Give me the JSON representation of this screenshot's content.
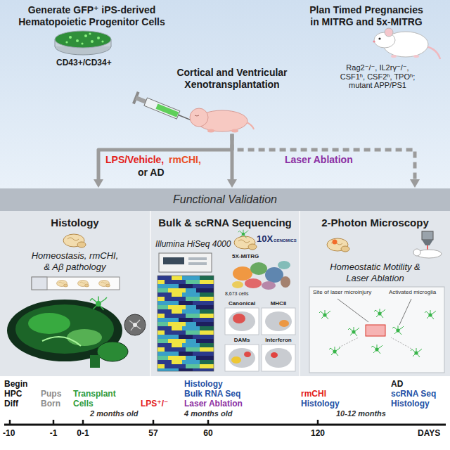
{
  "diagram": {
    "nodes": [
      {
        "text": [
          "Generate GFP⁺ iPS-derived Hematopoietic Progenitor Cells"
        ]
      },
      {
        "text": [
          "Plan Timed Pregnancies in MITRG and 5x-MITRG"
        ]
      },
      {
        "text": [
          "Cortical and Ventricular Xenotransplantation"
        ]
      },
      {
        "text": [
          "Functional Validation"
        ]
      },
      {
        "text": [
          "Histology",
          "Homeostasis, rmCHI, & Aβ pathology"
        ]
      },
      {
        "text": [
          "Bulk & scRNA Sequencing",
          "Illumina HiSeq 4000"
        ]
      },
      {
        "text": [
          "2-Photon Microscopy",
          "Homeostatic Motility & Laser Ablation"
        ]
      }
    ],
    "edges": [
      {
        "from": 2,
        "to": 3,
        "arrow": "to"
      },
      {
        "from": 2,
        "to": 3,
        "arrow": "to"
      },
      {
        "from": 2,
        "to": 3,
        "arrow": "to"
      }
    ],
    "labels": [
      "CD43+/CD34+",
      "Rag2⁻/⁻, IL2rγ⁻/⁻, CSF1ʰ, CSF2ʰ, TPOʰ; mutant APP/PS1",
      "LPS/Vehicle,",
      "rmCHI,",
      "or AD",
      "Laser Ablation",
      "10X",
      "GENOMICS",
      "5X-MITRG",
      "8,673 cells",
      "Canonical",
      "MHCII",
      "DAMs",
      "Interferon",
      "Site of laser microinjury",
      "Activated microglia",
      "Begin HPC Diff",
      "Pups Born",
      "Transplant Cells",
      "2 months old",
      "LPS⁺/⁻",
      "Histology",
      "Bulk RNA Seq",
      "Laser Ablation",
      "4 months old",
      "rmCHI",
      "Histology",
      "10-12 months",
      "AD",
      "scRNA Seq",
      "Histology",
      "-10",
      "-1",
      "0-1",
      "57",
      "60",
      "120",
      "DAYS"
    ]
  }
}
